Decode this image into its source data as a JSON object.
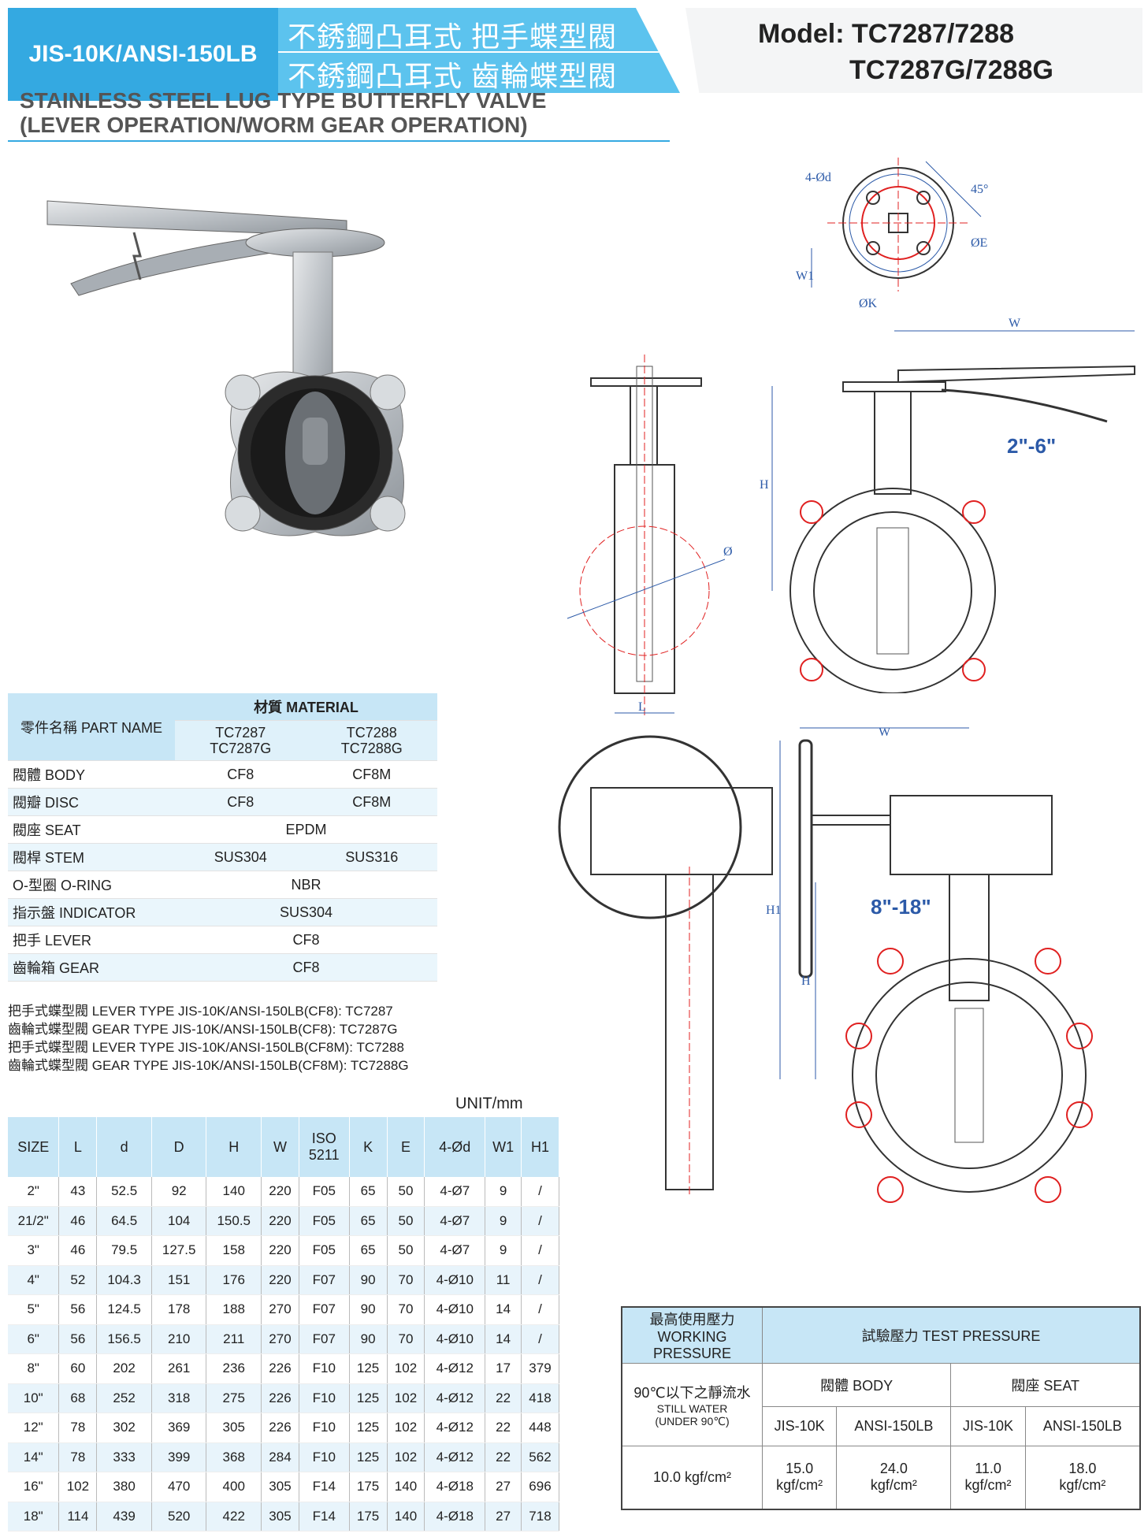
{
  "header": {
    "standard": "JIS-10K/ANSI-150LB",
    "title_zh_1": "不銹鋼凸耳式 把手蝶型閥",
    "title_zh_2": "不銹鋼凸耳式 齒輪蝶型閥",
    "model_line_1": "Model: TC7287/7288",
    "model_line_2": "TC7287G/7288G",
    "title_en_1": "STAINLESS STEEL LUG TYPE BUTTERFLY VALVE",
    "title_en_2": "(LEVER OPERATION/WORM GEAR OPERATION)"
  },
  "drawings": {
    "bolt_label": "4-Ød",
    "angle_label": "45°",
    "e_label": "ØE",
    "k_label": "ØK",
    "w1_label": "W1",
    "w_label": "W",
    "h_label": "H",
    "h1_label": "H1",
    "d_label": "Ød",
    "l_label": "L",
    "range_lever": "2\"-6\"",
    "range_gear": "8\"-18\""
  },
  "material_table": {
    "part_name_header": "零件名稱  PART NAME",
    "material_header": "材質  MATERIAL",
    "col1_line1": "TC7287",
    "col1_line2": "TC7287G",
    "col2_line1": "TC7288",
    "col2_line2": "TC7288G",
    "rows": [
      {
        "part": "閥體  BODY",
        "m1": "CF8",
        "m2": "CF8M"
      },
      {
        "part": "閥瓣  DISC",
        "m1": "CF8",
        "m2": "CF8M"
      },
      {
        "part": "閥座  SEAT",
        "m1": "EPDM",
        "m2": ""
      },
      {
        "part": "閥桿  STEM",
        "m1": "SUS304",
        "m2": "SUS316"
      },
      {
        "part": "O-型圈  O-RING",
        "m1": "NBR",
        "m2": ""
      },
      {
        "part": "指示盤  INDICATOR",
        "m1": "SUS304",
        "m2": ""
      },
      {
        "part": "把手  LEVER",
        "m1": "CF8",
        "m2": ""
      },
      {
        "part": "齒輪箱 GEAR",
        "m1": "CF8",
        "m2": ""
      }
    ]
  },
  "notes": [
    "把手式蝶型閥  LEVER TYPE  JIS-10K/ANSI-150LB(CF8):  TC7287",
    "齒輪式蝶型閥  GEAR TYPE  JIS-10K/ANSI-150LB(CF8):  TC7287G",
    "把手式蝶型閥 LEVER TYPE JIS-10K/ANSI-150LB(CF8M):  TC7288",
    "齒輪式蝶型閥 GEAR TYPE JIS-10K/ANSI-150LB(CF8M):  TC7288G"
  ],
  "unit": "UNIT/mm",
  "size_table": {
    "headers": [
      "SIZE",
      "L",
      "d",
      "D",
      "H",
      "W",
      "ISO",
      "5211",
      "K",
      "E",
      "4-Ød",
      "W1",
      "H1"
    ],
    "rows": [
      [
        "2\"",
        "43",
        "52.5",
        "92",
        "140",
        "220",
        "F05",
        "65",
        "50",
        "4-Ø7",
        "9",
        "/"
      ],
      [
        "21/2\"",
        "46",
        "64.5",
        "104",
        "150.5",
        "220",
        "F05",
        "65",
        "50",
        "4-Ø7",
        "9",
        "/"
      ],
      [
        "3\"",
        "46",
        "79.5",
        "127.5",
        "158",
        "220",
        "F05",
        "65",
        "50",
        "4-Ø7",
        "9",
        "/"
      ],
      [
        "4\"",
        "52",
        "104.3",
        "151",
        "176",
        "220",
        "F07",
        "90",
        "70",
        "4-Ø10",
        "11",
        "/"
      ],
      [
        "5\"",
        "56",
        "124.5",
        "178",
        "188",
        "270",
        "F07",
        "90",
        "70",
        "4-Ø10",
        "14",
        "/"
      ],
      [
        "6\"",
        "56",
        "156.5",
        "210",
        "211",
        "270",
        "F07",
        "90",
        "70",
        "4-Ø10",
        "14",
        "/"
      ],
      [
        "8\"",
        "60",
        "202",
        "261",
        "236",
        "226",
        "F10",
        "125",
        "102",
        "4-Ø12",
        "17",
        "379"
      ],
      [
        "10\"",
        "68",
        "252",
        "318",
        "275",
        "226",
        "F10",
        "125",
        "102",
        "4-Ø12",
        "22",
        "418"
      ],
      [
        "12\"",
        "78",
        "302",
        "369",
        "305",
        "226",
        "F10",
        "125",
        "102",
        "4-Ø12",
        "22",
        "448"
      ],
      [
        "14\"",
        "78",
        "333",
        "399",
        "368",
        "284",
        "F10",
        "125",
        "102",
        "4-Ø12",
        "22",
        "562"
      ],
      [
        "16\"",
        "102",
        "380",
        "470",
        "400",
        "305",
        "F14",
        "175",
        "140",
        "4-Ø18",
        "27",
        "696"
      ],
      [
        "18\"",
        "114",
        "439",
        "520",
        "422",
        "305",
        "F14",
        "175",
        "140",
        "4-Ø18",
        "27",
        "718"
      ]
    ]
  },
  "pressure_table": {
    "working_zh": "最高使用壓力",
    "working_en": "WORKING PRESSURE",
    "test_header": "試驗壓力  TEST PRESSURE",
    "cond_zh": "90℃以下之靜流水",
    "cond_en_1": "STILL WATER",
    "cond_en_2": "(UNDER 90℃)",
    "body": "閥體  BODY",
    "seat": "閥座  SEAT",
    "jis": "JIS-10K",
    "ansi": "ANSI-150LB",
    "working_value": "10.0 kgf/cm²",
    "body_jis": "15.0",
    "body_ansi": "24.0",
    "seat_jis": "11.0",
    "seat_ansi": "18.0",
    "unit": "kgf/cm²"
  },
  "colors": {
    "accent": "#34a9e1",
    "accent_light": "#c7e6f6",
    "dim_blue": "#2c5aa8",
    "center_red": "#e02020"
  }
}
